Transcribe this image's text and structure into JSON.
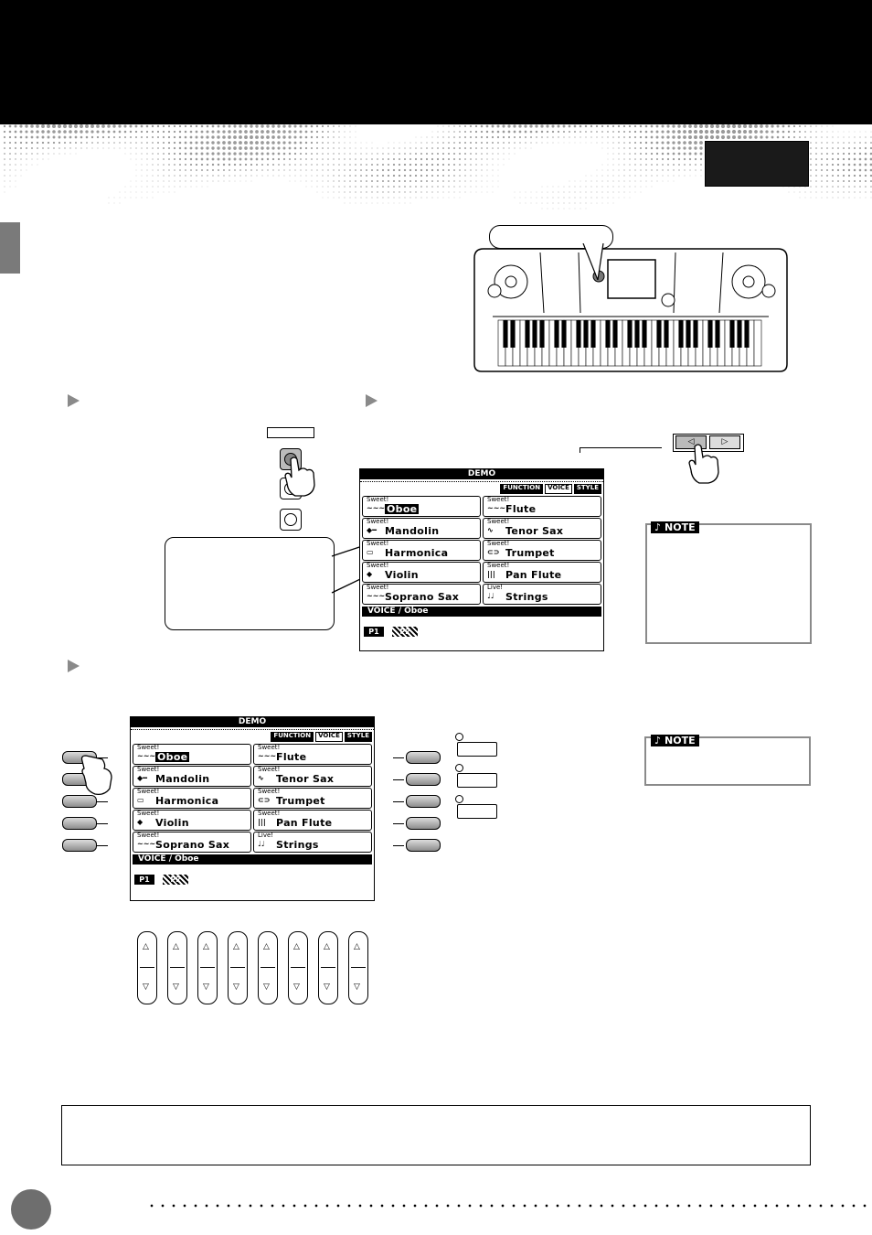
{
  "screen_top": {
    "title": "DEMO",
    "tabs": [
      "FUNCTION",
      "VOICE",
      "STYLE"
    ],
    "active_tab": "VOICE",
    "cells": [
      {
        "cat": "Sweet!",
        "icon": "~~~",
        "name": "Oboe",
        "selected": true
      },
      {
        "cat": "Sweet!",
        "icon": "~~~",
        "name": "Flute",
        "selected": false
      },
      {
        "cat": "Sweet!",
        "icon": "◆━",
        "name": "Mandolin",
        "selected": false
      },
      {
        "cat": "Sweet!",
        "icon": "∿",
        "name": "Tenor Sax",
        "selected": false
      },
      {
        "cat": "Sweet!",
        "icon": "▭",
        "name": "Harmonica",
        "selected": false
      },
      {
        "cat": "Sweet!",
        "icon": "⊂⊃",
        "name": "Trumpet",
        "selected": false
      },
      {
        "cat": "Sweet!",
        "icon": "◆",
        "name": "Violin",
        "selected": false
      },
      {
        "cat": "Sweet!",
        "icon": "|||",
        "name": "Pan Flute",
        "selected": false
      },
      {
        "cat": "Sweet!",
        "icon": "~~~",
        "name": "Soprano Sax",
        "selected": false
      },
      {
        "cat": "Live!",
        "icon": "♩♩",
        "name": "Strings",
        "selected": false
      }
    ],
    "status": "VOICE / Oboe",
    "pages": [
      "P1",
      "P2"
    ]
  },
  "screen_main": {
    "title": "DEMO",
    "tabs": [
      "FUNCTION",
      "VOICE",
      "STYLE"
    ],
    "active_tab": "VOICE",
    "cells": [
      {
        "cat": "Sweet!",
        "icon": "~~~",
        "name": "Oboe",
        "selected": true
      },
      {
        "cat": "Sweet!",
        "icon": "~~~",
        "name": "Flute",
        "selected": false
      },
      {
        "cat": "Sweet!",
        "icon": "◆━",
        "name": "Mandolin",
        "selected": false
      },
      {
        "cat": "Sweet!",
        "icon": "∿",
        "name": "Tenor Sax",
        "selected": false
      },
      {
        "cat": "Sweet!",
        "icon": "▭",
        "name": "Harmonica",
        "selected": false
      },
      {
        "cat": "Sweet!",
        "icon": "⊂⊃",
        "name": "Trumpet",
        "selected": false
      },
      {
        "cat": "Sweet!",
        "icon": "◆",
        "name": "Violin",
        "selected": false
      },
      {
        "cat": "Sweet!",
        "icon": "|||",
        "name": "Pan Flute",
        "selected": false
      },
      {
        "cat": "Sweet!",
        "icon": "~~~",
        "name": "Soprano Sax",
        "selected": false
      },
      {
        "cat": "Live!",
        "icon": "♩♩",
        "name": "Strings",
        "selected": false
      }
    ],
    "status": "VOICE / Oboe",
    "pages": [
      "P1",
      "P2"
    ]
  },
  "notes": [
    "NOTE",
    "NOTE"
  ],
  "rocker_count": 8,
  "colors": {
    "header_band": "#000000",
    "tab_gray": "#7a7a7a",
    "accent_gray": "#8a8a8a",
    "page_circle": "#6e6e6e"
  }
}
